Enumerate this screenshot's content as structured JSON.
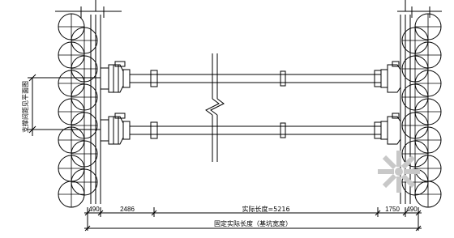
{
  "labels": {
    "left_offset": "490",
    "left_span": "2486",
    "middle_span": "实际长度=5216",
    "right_span": "1750",
    "right_offset": "490",
    "total": "固定实际长度（基坑宽度）",
    "vertical_label": "支撑间距见平面图"
  },
  "colors": {
    "line": "#000000",
    "background": "#ffffff",
    "watermark": "#c8c8c8"
  },
  "watermark": {
    "icon": "flower-watermark-icon"
  }
}
